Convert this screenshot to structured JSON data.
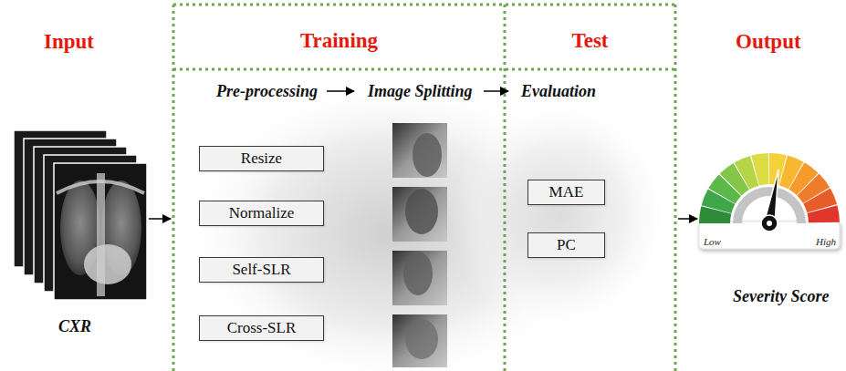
{
  "diagram": {
    "nodes": [
      {
        "text": [
          "Training"
        ]
      },
      {
        "text": [
          "Test"
        ]
      },
      {
        "text": [
          "Resize"
        ],
        "in": 0
      },
      {
        "text": [
          "Normalize"
        ],
        "in": 0
      },
      {
        "text": [
          "Self-SLR"
        ],
        "in": 0
      },
      {
        "text": [
          "Cross-SLR"
        ],
        "in": 0
      },
      {
        "text": [
          "MAE"
        ],
        "in": 1
      },
      {
        "text": [
          "PC"
        ],
        "in": 1
      }
    ],
    "labels": [
      "Input",
      "CXR",
      "Pre-processing",
      "Image Splitting",
      "Evaluation",
      "Output",
      "Severity Score",
      "Low",
      "High"
    ]
  }
}
